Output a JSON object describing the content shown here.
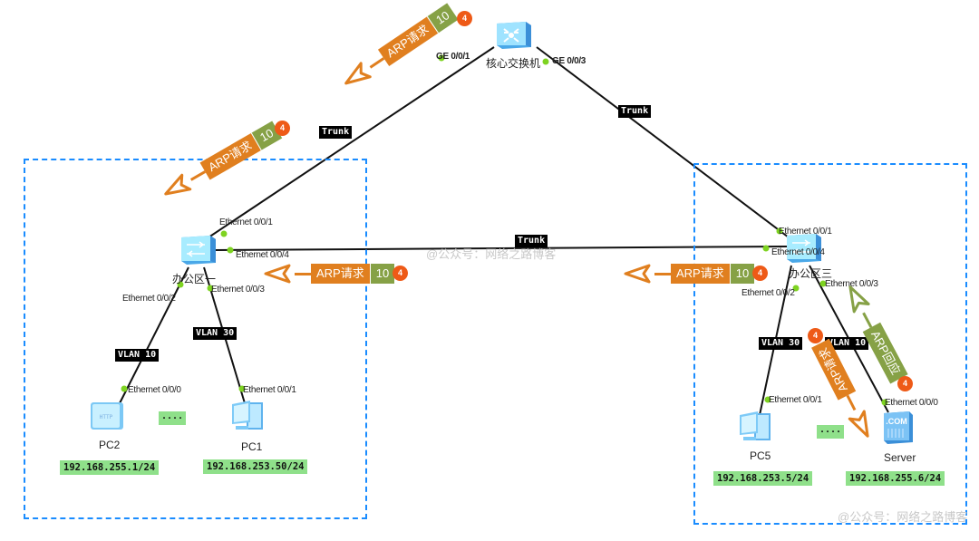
{
  "diagram": {
    "core_switch": {
      "name": "核心交换机",
      "ports": {
        "left": "GE 0/0/1",
        "right": "GE 0/0/3"
      }
    },
    "office1": {
      "name": "办公区一",
      "ports": {
        "uplink": "Ethernet 0/0/1",
        "trunk": "Ethernet 0/0/4",
        "pc2": "Ethernet 0/0/2",
        "pc1": "Ethernet 0/0/3"
      },
      "vlans": {
        "pc2": "VLAN 10",
        "pc1": "VLAN 30"
      },
      "hosts": [
        {
          "name": "PC2",
          "port": "Ethernet 0/0/0",
          "ip": "192.168.255.1/24"
        },
        {
          "name": "PC1",
          "port": "Ethernet 0/0/1",
          "ip": "192.168.253.50/24"
        }
      ],
      "ellipsis": "...."
    },
    "office3": {
      "name": "办公区三",
      "ports": {
        "uplink": "Ethernet 0/0/1",
        "trunk": "Ethernet 0/0/4",
        "pc5": "Ethernet 0/0/2",
        "server": "Ethernet 0/0/3"
      },
      "vlans": {
        "pc5": "VLAN 30",
        "server": "VLAN 10"
      },
      "hosts": [
        {
          "name": "PC5",
          "port": "Ethernet 0/0/1",
          "ip": "192.168.253.5/24"
        },
        {
          "name": "Server",
          "port": "Ethernet 0/0/0",
          "ip": "192.168.255.6/24"
        }
      ],
      "ellipsis": "...."
    },
    "links": {
      "trunk_left": "Trunk",
      "trunk_right": "Trunk",
      "trunk_middle": "Trunk"
    },
    "arp_messages": [
      {
        "label": "ARP请求",
        "vlan": "10",
        "step": "4",
        "type": "request"
      },
      {
        "label": "ARP请求",
        "vlan": "10",
        "step": "4",
        "type": "request"
      },
      {
        "label": "ARP请求",
        "vlan": "10",
        "step": "4",
        "type": "request"
      },
      {
        "label": "ARP请求",
        "vlan": "10",
        "step": "4",
        "type": "request"
      },
      {
        "label": "ARP请求",
        "vlan": "",
        "step": "4",
        "type": "request"
      },
      {
        "label": "ARP回应",
        "vlan": "",
        "step": "4",
        "type": "reply"
      }
    ],
    "server_icon_text": ".COM",
    "pc2_icon_text": "HTTP",
    "watermarks": [
      "@公众号：网络之路博客",
      "@公众号：网络之路博客"
    ]
  },
  "colors": {
    "request": "#e07f1f",
    "vlan_tag": "#86a146",
    "badge": "#ee5a17",
    "box_border": "#1a8cff",
    "ip_bg": "#8fe08a",
    "port_dot": "#7ed321"
  }
}
